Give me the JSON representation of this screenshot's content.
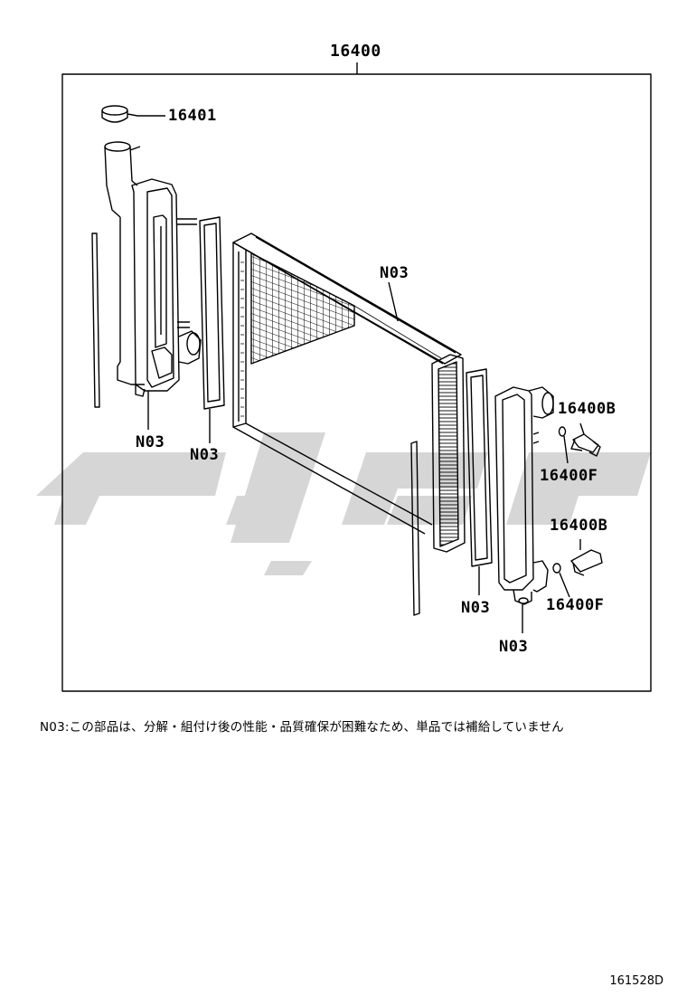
{
  "diagram": {
    "assembly_label": "16400",
    "callouts": [
      {
        "id": "16401",
        "text": "16401"
      },
      {
        "id": "n03-core",
        "text": "N03"
      },
      {
        "id": "n03-left-tank",
        "text": "N03"
      },
      {
        "id": "n03-left-gasket",
        "text": "N03"
      },
      {
        "id": "16400b-upper",
        "text": "16400B"
      },
      {
        "id": "16400f-upper",
        "text": "16400F"
      },
      {
        "id": "16400b-lower",
        "text": "16400B"
      },
      {
        "id": "16400f-lower",
        "text": "16400F"
      },
      {
        "id": "n03-right-gasket",
        "text": "N03"
      },
      {
        "id": "n03-right-tank",
        "text": "N03"
      }
    ],
    "note": "N03:この部品は、分解・組付け後の性能・品質確保が困難なため、単品では補給していません",
    "figure_code": "161528D"
  },
  "colors": {
    "line": "#000000",
    "watermark": "#d6d6d6",
    "background": "#ffffff"
  }
}
